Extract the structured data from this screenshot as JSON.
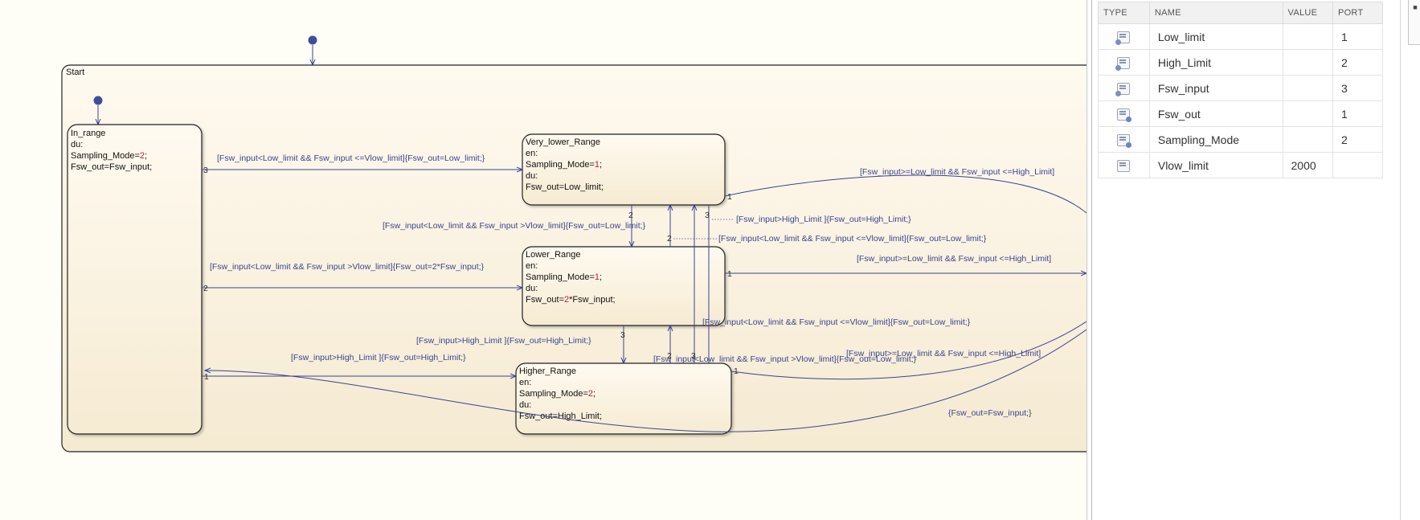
{
  "diagram": {
    "parent_state": "Start",
    "states": {
      "in_range": [
        "In_range",
        "du:",
        "Sampling_Mode=2;",
        "Fsw_out=Fsw_input;"
      ],
      "very_lower": [
        "Very_lower_Range",
        "en:",
        "Sampling_Mode=1;",
        "du:",
        "Fsw_out=Low_limit;"
      ],
      "lower": [
        "Lower_Range",
        "en:",
        "Sampling_Mode=1;",
        "du:",
        "Fsw_out=2*Fsw_input;"
      ],
      "higher": [
        "Higher_Range",
        "en:",
        "Sampling_Mode=2;",
        "du:",
        "Fsw_out=High_Limit;"
      ]
    },
    "transitions": {
      "t1": "[Fsw_input<Low_limit && Fsw_input <=Vlow_limit]{Fsw_out=Low_limit;}",
      "t2": "[Fsw_input<Low_limit && Fsw_input >Vlow_limit]{Fsw_out=Low_limit;}",
      "t3": "[Fsw_input<Low_limit && Fsw_input >Vlow_limit]{Fsw_out=2*Fsw_input;}",
      "t4": "[Fsw_input>High_Limit ]{Fsw_out=High_Limit;}",
      "t5": "[Fsw_input>High_Limit ]{Fsw_out=High_Limit;}",
      "t6": "[Fsw_input>=Low_limit && Fsw_input <=High_Limit]",
      "t7": "[Fsw_input>High_Limit ]{Fsw_out=High_Limit;}",
      "t8": "[Fsw_input<Low_limit && Fsw_input <=Vlow_limit]{Fsw_out=Low_limit;}",
      "t9": "[Fsw_input>=Low_limit && Fsw_input <=High_Limit]",
      "t10": "[Fsw_input<Low_limit && Fsw_input <=Vlow_limit]{Fsw_out=Low_limit;}",
      "t11": "[Fsw_input>=Low_limit && Fsw_input <=High_Limit]",
      "t12": "[Fsw_input<Low_limit && Fsw_input >Vlow_limit]{Fsw_out=Low_limit;}",
      "t13": "{Fsw_out=Fsw_input;}"
    },
    "priorities": {
      "p_in3": "3",
      "p_in2": "2",
      "p_in1": "1",
      "p_vl1": "1",
      "p_vl2": "2",
      "p_vl3": "3",
      "p_lr2": "2",
      "p_lr1": "1",
      "p_lr3": "3",
      "p_hr2": "2",
      "p_hr3": "3",
      "p_hr1": "1"
    }
  },
  "symbols_table": {
    "headers": [
      "TYPE",
      "NAME",
      "VALUE",
      "PORT"
    ],
    "rows": [
      {
        "type": "input",
        "name": "Low_limit",
        "value": "",
        "port": "1"
      },
      {
        "type": "input",
        "name": "High_Limit",
        "value": "",
        "port": "2"
      },
      {
        "type": "input",
        "name": "Fsw_input",
        "value": "",
        "port": "3"
      },
      {
        "type": "output",
        "name": "Fsw_out",
        "value": "",
        "port": "1"
      },
      {
        "type": "output",
        "name": "Sampling_Mode",
        "value": "",
        "port": "2"
      },
      {
        "type": "local",
        "name": "Vlow_limit",
        "value": "2000",
        "port": ""
      }
    ]
  },
  "colors": {
    "state_fill": "#fbf2e0",
    "transition": "#3a4390",
    "number_literal": "#c21a48",
    "junction": "#3f4d9c"
  }
}
